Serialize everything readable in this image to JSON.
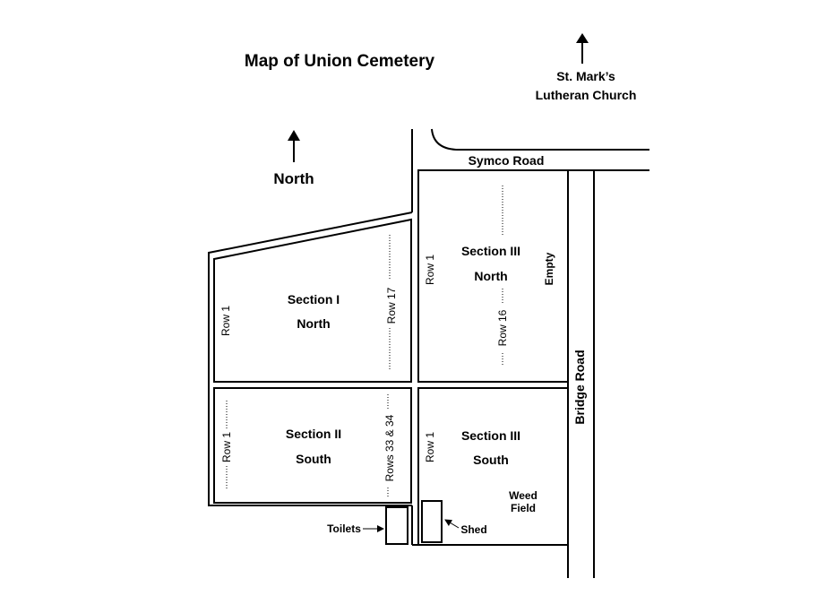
{
  "title": "Map of Union Cemetery",
  "north": {
    "label": "North"
  },
  "church": {
    "line1": "St. Mark’s",
    "line2": "Lutheran Church"
  },
  "roads": {
    "symco": "Symco Road",
    "bridge": "Bridge Road"
  },
  "sections": {
    "s1": {
      "name": "Section I",
      "sub": "North",
      "row_start": "Row 1",
      "row_end": "Row 17"
    },
    "s2": {
      "name": "Section II",
      "sub": "South",
      "row_start": "Row 1",
      "row_end": "Rows 33 & 34"
    },
    "s3n": {
      "name": "Section III",
      "sub": "North",
      "row_start": "Row 1",
      "row_end": "Row 16",
      "note": "Empty"
    },
    "s3s": {
      "name": "Section III",
      "sub": "South",
      "row_start": "Row 1"
    }
  },
  "features": {
    "weed_line1": "Weed",
    "weed_line2": "Field",
    "toilets": "Toilets",
    "shed": "Shed"
  },
  "colors": {
    "ink": "#000000",
    "background": "#ffffff"
  }
}
